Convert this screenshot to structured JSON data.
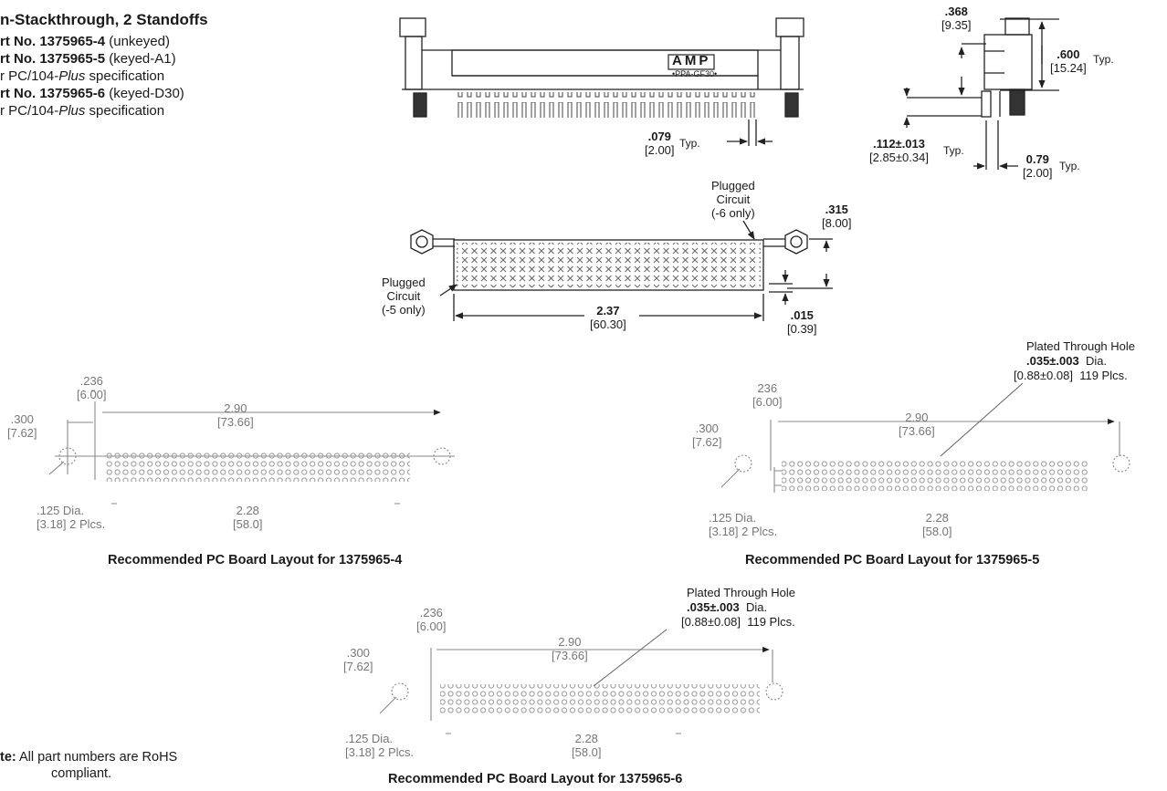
{
  "header": {
    "title": "n-Stackthrough, 2 Standoffs",
    "parts": [
      {
        "pn": "rt No. 1375965-4",
        "desc": " (unkeyed)"
      },
      {
        "pn": "rt No. 1375965-5",
        "desc": " (keyed-A1)"
      },
      {
        "pn": "",
        "desc": "r PC/104-",
        "italic": "Plus",
        "tail": " specification"
      },
      {
        "pn": "rt No. 1375965-6",
        "desc": " (keyed-D30)"
      },
      {
        "pn": "",
        "desc": "r PC/104-",
        "italic": "Plus",
        "tail": " specification"
      }
    ]
  },
  "side_view": {
    "logo": "AMP",
    "marking": "•PPA-GF30•",
    "pitch": {
      "value": ".079",
      "metric": "[2.00]",
      "suffix": "Typ."
    }
  },
  "end_view": {
    "top": {
      "value": ".368",
      "metric": "[9.35]"
    },
    "height": {
      "value": ".600",
      "metric": "[15.24]",
      "suffix": "Typ."
    },
    "tail": {
      "value": ".112±.013",
      "metric": "[2.85±0.34]",
      "suffix": "Typ."
    },
    "pitch": {
      "value": "0.79",
      "metric": "[2.00]",
      "suffix": "Typ."
    }
  },
  "top_view": {
    "plug6": [
      "Plugged",
      "Circuit",
      "(-6 only)"
    ],
    "plug5": [
      "Plugged",
      "Circuit",
      "(-5 only)"
    ],
    "height": {
      "value": ".315",
      "metric": "[8.00]"
    },
    "offset": {
      "value": ".015",
      "metric": "[0.39]"
    },
    "length": {
      "value": "2.37",
      "metric": "[60.30]"
    }
  },
  "layouts": [
    {
      "caption": "Recommended PC Board Layout for 1375965-4",
      "d236": ".236",
      "d236m": "[6.00]",
      "d300": ".300",
      "d300m": "[7.62]",
      "d290": "2.90",
      "d290m": "[73.66]",
      "d125": ".125  Dia.",
      "d125m": "[3.18]  2 Plcs.",
      "d228": "2.28",
      "d228m": "[58.0]"
    },
    {
      "caption": "Recommended PC Board Layout for 1375965-5",
      "d236": "236",
      "d236m": "[6.00]",
      "d300": ".300",
      "d300m": "[7.62]",
      "d290": "2.90",
      "d290m": "[73.66]",
      "d125": ".125  Dia.",
      "d125m": "[3.18]  2 Plcs.",
      "d228": "2.28",
      "d228m": "[58.0]",
      "pth": {
        "title": "Plated Through Hole",
        "value": ".035±.003",
        "dia": "Dia.",
        "metric": "[0.88±0.08]",
        "qty": "119 Plcs."
      }
    },
    {
      "caption": "Recommended PC Board Layout for 1375965-6",
      "d236": ".236",
      "d236m": "[6.00]",
      "d300": ".300",
      "d300m": "[7.62]",
      "d290": "2.90",
      "d290m": "[73.66]",
      "d125": ".125  Dia.",
      "d125m": "[3.18]  2 Plcs.",
      "d228": "2.28",
      "d228m": "[58.0]",
      "pth": {
        "title": "Plated Through Hole",
        "value": ".035±.003",
        "dia": "Dia.",
        "metric": "[0.88±0.08]",
        "qty": "119 Plcs."
      }
    }
  ],
  "note": {
    "label": "te:",
    "text": "All part numbers are RoHS",
    "text2": "compliant."
  }
}
